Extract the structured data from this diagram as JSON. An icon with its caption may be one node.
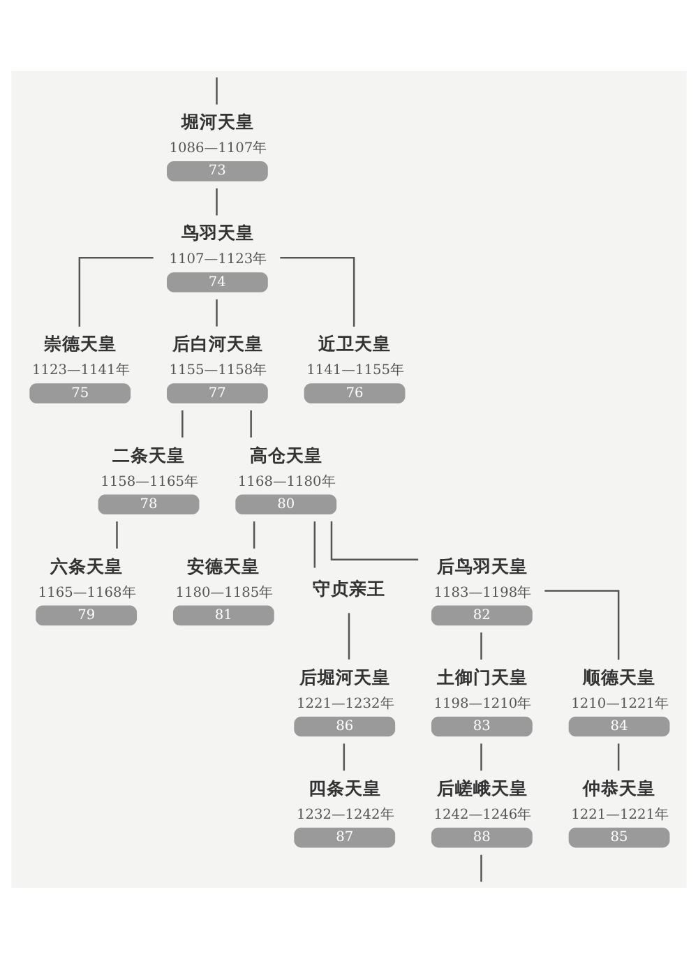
{
  "diagram": {
    "nodes": [
      {
        "text": [
          "堀河天皇",
          "73"
        ],
        "beside": [
          "1086—1107年"
        ]
      },
      {
        "text": [
          "鸟羽天皇",
          "74"
        ],
        "beside": [
          "1107—1123年"
        ]
      },
      {
        "text": [
          "崇德天皇",
          "75"
        ],
        "beside": [
          "1123—1141年"
        ]
      },
      {
        "text": [
          "后白河天皇",
          "77"
        ],
        "beside": [
          "1155—1158年"
        ]
      },
      {
        "text": [
          "近卫天皇",
          "76"
        ],
        "beside": [
          "1141—1155年"
        ]
      },
      {
        "text": [
          "二条天皇",
          "78"
        ],
        "beside": [
          "1158—1165年"
        ]
      },
      {
        "text": [
          "高仓天皇",
          "80"
        ],
        "beside": [
          "1168—1180年"
        ]
      },
      {
        "text": [
          "六条天皇",
          "79"
        ],
        "beside": [
          "1165—1168年"
        ]
      },
      {
        "text": [
          "安德天皇",
          "81"
        ],
        "beside": [
          "1180—1185年"
        ]
      },
      {
        "text": [
          "守贞亲王"
        ]
      },
      {
        "text": [
          "后鸟羽天皇",
          "82"
        ],
        "beside": [
          "1183—1198年"
        ]
      },
      {
        "text": [
          "后堀河天皇",
          "86"
        ],
        "beside": [
          "1221—1232年"
        ]
      },
      {
        "text": [
          "土御门天皇",
          "83"
        ],
        "beside": [
          "1198—1210年"
        ]
      },
      {
        "text": [
          "顺德天皇",
          "84"
        ],
        "beside": [
          "1210—1221年"
        ]
      },
      {
        "text": [
          "四条天皇",
          "87"
        ],
        "beside": [
          "1232—1242年"
        ]
      },
      {
        "text": [
          "后嵯峨天皇",
          "88"
        ],
        "beside": [
          "1242—1246年"
        ]
      },
      {
        "text": [
          "仲恭天皇",
          "85"
        ],
        "beside": [
          "1221—1221年"
        ]
      }
    ],
    "edges": [
      {
        "from": null,
        "to": 0,
        "arrow": "none"
      },
      {
        "from": 0,
        "to": 1,
        "arrow": "none"
      },
      {
        "from": 1,
        "to": 2,
        "arrow": "none"
      },
      {
        "from": 1,
        "to": 3,
        "arrow": "none"
      },
      {
        "from": 1,
        "to": 4,
        "arrow": "none"
      },
      {
        "from": 3,
        "to": 5,
        "arrow": "none"
      },
      {
        "from": 3,
        "to": 6,
        "arrow": "none"
      },
      {
        "from": 5,
        "to": 7,
        "arrow": "none"
      },
      {
        "from": 6,
        "to": 8,
        "arrow": "none"
      },
      {
        "from": 6,
        "to": 9,
        "arrow": "none"
      },
      {
        "from": 6,
        "to": 10,
        "arrow": "none"
      },
      {
        "from": 9,
        "to": 11,
        "arrow": "none"
      },
      {
        "from": 11,
        "to": 14,
        "arrow": "none"
      },
      {
        "from": 10,
        "to": 12,
        "arrow": "none"
      },
      {
        "from": 10,
        "to": 13,
        "arrow": "none"
      },
      {
        "from": 12,
        "to": 15,
        "arrow": "none"
      },
      {
        "from": 13,
        "to": 16,
        "arrow": "none"
      },
      {
        "from": 15,
        "to": null,
        "arrow": "none"
      }
    ]
  }
}
